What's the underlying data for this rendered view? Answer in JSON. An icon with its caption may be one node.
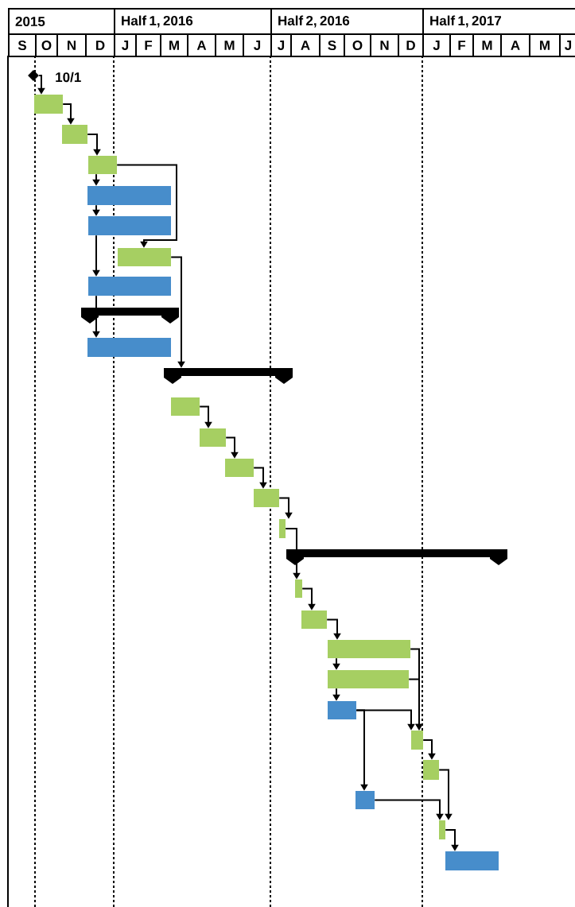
{
  "diagram": {
    "nodes": [
      {
        "text": [],
        "shape": "diamond",
        "beside": [
          "10/1"
        ]
      },
      {
        "text": [],
        "shape": "bar"
      },
      {
        "text": [],
        "shape": "bar"
      },
      {
        "text": [],
        "shape": "bar"
      },
      {
        "text": [],
        "shape": "bar"
      },
      {
        "text": [],
        "shape": "bar"
      },
      {
        "text": [],
        "shape": "bar"
      },
      {
        "text": [],
        "shape": "bar"
      },
      {
        "text": [],
        "shape": "bar"
      },
      {
        "text": [],
        "shape": "bar"
      },
      {
        "text": [],
        "shape": "bar"
      },
      {
        "text": [],
        "shape": "bar"
      },
      {
        "text": [],
        "shape": "bar"
      },
      {
        "text": [],
        "shape": "bar"
      },
      {
        "text": [],
        "shape": "bar"
      },
      {
        "text": [],
        "shape": "bar"
      },
      {
        "text": [],
        "shape": "bar"
      },
      {
        "text": [],
        "shape": "bar"
      },
      {
        "text": [],
        "shape": "bar"
      },
      {
        "text": [],
        "shape": "bar"
      },
      {
        "text": [],
        "shape": "bar"
      },
      {
        "text": [],
        "shape": "bar"
      },
      {
        "text": [],
        "shape": "bar"
      },
      {
        "text": [],
        "shape": "bar"
      },
      {
        "text": [],
        "shape": "bar"
      },
      {
        "text": [],
        "shape": "bar"
      },
      {
        "text": [],
        "shape": "bar"
      }
    ],
    "edges": [
      {
        "from": 0,
        "to": 1,
        "arrow": "to"
      },
      {
        "from": 1,
        "to": 2,
        "arrow": "to"
      },
      {
        "from": 2,
        "to": 3,
        "arrow": "to"
      },
      {
        "from": 3,
        "to": 4,
        "arrow": "to"
      },
      {
        "from": 3,
        "to": 6,
        "arrow": "to"
      },
      {
        "from": 4,
        "to": 5,
        "arrow": "to"
      },
      {
        "from": 5,
        "to": 7,
        "arrow": "to"
      },
      {
        "from": 6,
        "to": 10,
        "arrow": "to"
      },
      {
        "from": 7,
        "to": 9,
        "arrow": "to"
      },
      {
        "from": 11,
        "to": 12,
        "arrow": "to"
      },
      {
        "from": 12,
        "to": 13,
        "arrow": "to"
      },
      {
        "from": 13,
        "to": 14,
        "arrow": "to"
      },
      {
        "from": 14,
        "to": 15,
        "arrow": "to"
      },
      {
        "from": 15,
        "to": 17,
        "arrow": "to"
      },
      {
        "from": 17,
        "to": 18,
        "arrow": "to"
      },
      {
        "from": 18,
        "to": 19,
        "arrow": "to"
      },
      {
        "from": 19,
        "to": 20,
        "arrow": "to"
      },
      {
        "from": 19,
        "to": 22,
        "arrow": "to"
      },
      {
        "from": 20,
        "to": 22,
        "arrow": "to"
      },
      {
        "from": 20,
        "to": 21,
        "arrow": "to"
      },
      {
        "from": 21,
        "to": 22,
        "arrow": "to"
      },
      {
        "from": 21,
        "to": 24,
        "arrow": "to"
      },
      {
        "from": 22,
        "to": 23,
        "arrow": "to"
      },
      {
        "from": 23,
        "to": 25,
        "arrow": "to"
      },
      {
        "from": 24,
        "to": 25,
        "arrow": "to"
      },
      {
        "from": 25,
        "to": 26,
        "arrow": "to"
      }
    ],
    "labels": [
      "2015",
      "Half 1, 2016",
      "Half 2, 2016",
      "Half 1, 2017",
      "S",
      "O",
      "N",
      "D",
      "J",
      "F",
      "M",
      "A",
      "M",
      "J",
      "J",
      "A",
      "S",
      "O",
      "N",
      "D",
      "J",
      "F",
      "M",
      "A",
      "M",
      "J"
    ]
  }
}
